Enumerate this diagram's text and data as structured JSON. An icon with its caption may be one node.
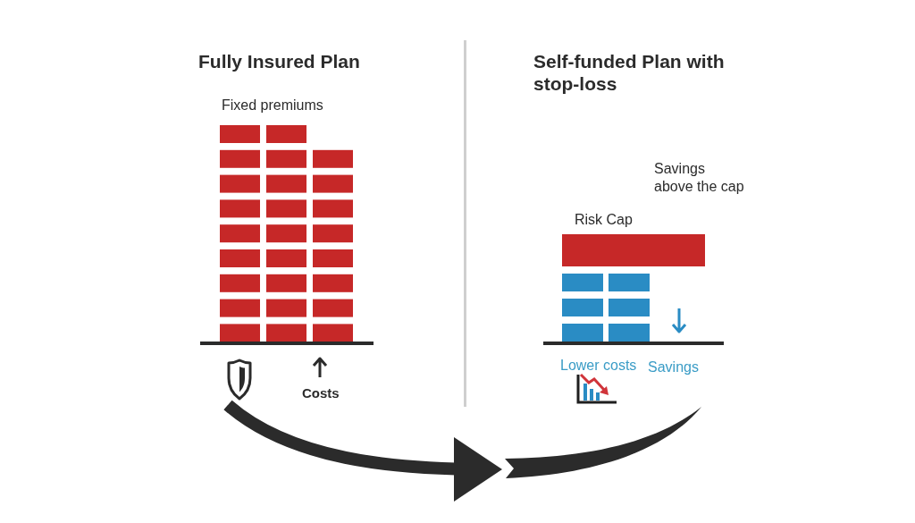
{
  "diagram": {
    "nodes": [
      {
        "text": [
          "Fully Insured Plan"
        ]
      },
      {
        "text": [
          "Self-funded Plan with stop-loss"
        ]
      }
    ],
    "edges": [
      {
        "from": 0,
        "to": 1,
        "arrow": "to"
      }
    ],
    "labels": [
      "Fixed premiums",
      "Costs",
      "Savings above the cap",
      "Risk Cap",
      "Lower costs",
      "Savings"
    ]
  }
}
